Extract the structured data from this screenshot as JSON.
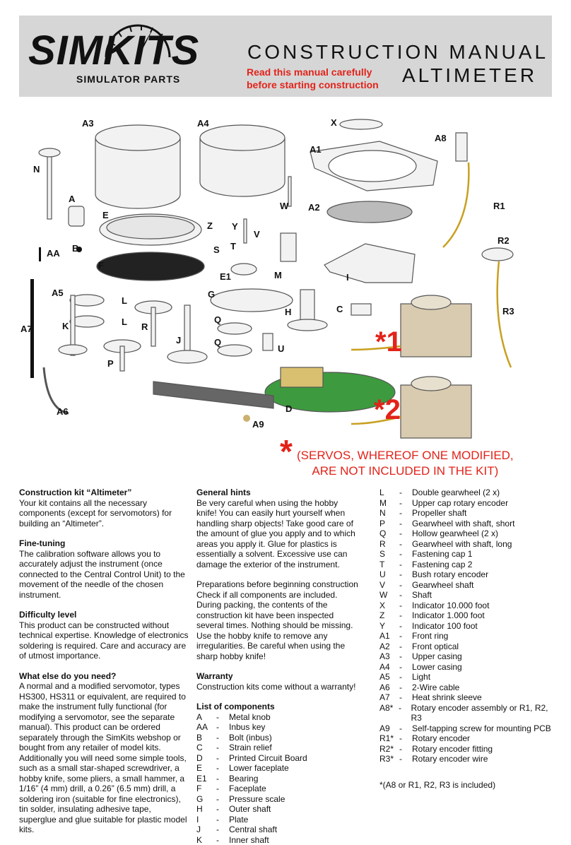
{
  "header": {
    "logo": "SIMKITS",
    "logo_sub": "SIMULATOR PARTS",
    "title1": "CONSTRUCTION MANUAL",
    "title2": "ALTIMETER",
    "warning1": "Read this manual carefully",
    "warning2": "before starting construction"
  },
  "labels": [
    "A3",
    "A4",
    "X",
    "A8",
    "A1",
    "N",
    "A",
    "E",
    "W",
    "A2",
    "R1",
    "Z",
    "Y",
    "V",
    "R2",
    "B",
    "AA",
    "S",
    "T",
    "F",
    "E1",
    "M",
    "I",
    "A5",
    "L",
    "G",
    "C",
    "R3",
    "H",
    "L",
    "R",
    "A7",
    "K",
    "Q",
    "J",
    "Q",
    "U",
    "P",
    "D",
    "A6",
    "A9",
    "1",
    "2"
  ],
  "servo_note1": "(SERVOS, WHEREOF ONE MODIFIED,",
  "servo_note2": "ARE NOT INCLUDED IN THE KIT)",
  "colors": {
    "accent_red": "#e2231a",
    "header_bg": "#d6d6d6"
  },
  "col1": {
    "h1": "Construction kit “Altimeter”",
    "p1": "Your kit contains all the necessary components (except for servomotors) for building an “Altimeter”.",
    "h2": "Fine-tuning",
    "p2": "The calibration software allows you to accurately adjust the instrument (once connected to the Central Control Unit) to the movement of the needle of the chosen instrument.",
    "h3": "Difficulty level",
    "p3": "This product can be constructed without technical expertise. Knowledge of electronics soldering is required. Care and accuracy are of utmost importance.",
    "h4": "What else do you need?",
    "p4": "A normal and a modified servomotor, types HS300, HS311 or equivalent, are required to make the instrument fully functional (for modifying a servomotor, see the separate manual). This product can be ordered separately through the SimKits webshop or bought from any retailer of model kits. Additionally you will need some simple tools, such as a small star-shaped screwdriver, a hobby knife, some pliers, a small hammer, a 1/16” (4 mm) drill, a 0.26” (6.5 mm) drill, a soldering iron (suitable for fine electronics), tin solder, insulating adhesive tape, superglue and glue suitable for plastic model kits."
  },
  "col2": {
    "h1": "General hints",
    "p1": "Be very careful when using the hobby knife! You can easily hurt yourself when handling sharp objects! Take good care of the amount of glue you apply and to which areas you apply it. Glue for plastics is essentially a solvent. Excessive use can damage the exterior of the instrument.",
    "p2a": "Preparations before beginning construction",
    "p2": "Check if all components are included. During packing, the contents of the construction kit have been inspected several times. Nothing should be missing.",
    "p2b": "Use the hobby knife to remove any irregularities. Be careful when using the sharp hobby knife!",
    "h3": "Warranty",
    "p3": "Construction kits come without a warranty!",
    "h4": "List of components",
    "list": [
      {
        "k": "A",
        "v": "Metal knob"
      },
      {
        "k": "AA",
        "v": "Inbus key"
      },
      {
        "k": "B",
        "v": "Bolt (inbus)"
      },
      {
        "k": "C",
        "v": "Strain relief"
      },
      {
        "k": "D",
        "v": "Printed Circuit Board"
      },
      {
        "k": "E",
        "v": "Lower faceplate"
      },
      {
        "k": "E1",
        "v": "Bearing"
      },
      {
        "k": "F",
        "v": "Faceplate"
      },
      {
        "k": "G",
        "v": "Pressure scale"
      },
      {
        "k": "H",
        "v": "Outer shaft"
      },
      {
        "k": "I",
        "v": "Plate"
      },
      {
        "k": "J",
        "v": "Central shaft"
      },
      {
        "k": "K",
        "v": "Inner shaft"
      }
    ]
  },
  "col3": {
    "list": [
      {
        "k": "L",
        "v": "Double gearwheel (2 x)"
      },
      {
        "k": "M",
        "v": "Upper cap rotary encoder"
      },
      {
        "k": "N",
        "v": "Propeller shaft"
      },
      {
        "k": "P",
        "v": "Gearwheel with shaft, short"
      },
      {
        "k": "Q",
        "v": "Hollow gearwheel (2 x)"
      },
      {
        "k": "R",
        "v": "Gearwheel with shaft, long"
      },
      {
        "k": "S",
        "v": "Fastening cap 1"
      },
      {
        "k": "T",
        "v": "Fastening cap 2"
      },
      {
        "k": "U",
        "v": "Bush rotary encoder"
      },
      {
        "k": "V",
        "v": "Gearwheel shaft"
      },
      {
        "k": "W",
        "v": "Shaft"
      },
      {
        "k": "X",
        "v": "Indicator 10.000 foot"
      },
      {
        "k": "Z",
        "v": "Indicator 1.000 foot"
      },
      {
        "k": "Y",
        "v": "Indicator 100 foot"
      },
      {
        "k": "A1",
        "v": "Front ring"
      },
      {
        "k": "A2",
        "v": "Front optical"
      },
      {
        "k": "A3",
        "v": "Upper casing"
      },
      {
        "k": "A4",
        "v": "Lower casing"
      },
      {
        "k": "A5",
        "v": "Light"
      },
      {
        "k": "A6",
        "v": "2-Wire cable"
      },
      {
        "k": "A7",
        "v": "Heat shrink sleeve"
      },
      {
        "k": "A8*",
        "v": "Rotary encoder assembly or R1, R2, R3"
      },
      {
        "k": "A9",
        "v": "Self-tapping screw for mounting PCB"
      },
      {
        "k": "R1*",
        "v": "Rotary encoder"
      },
      {
        "k": "R2*",
        "v": "Rotary encoder fitting"
      },
      {
        "k": "R3*",
        "v": "Rotary encoder wire"
      }
    ],
    "note": "*(A8 or R1, R2, R3 is included)"
  }
}
